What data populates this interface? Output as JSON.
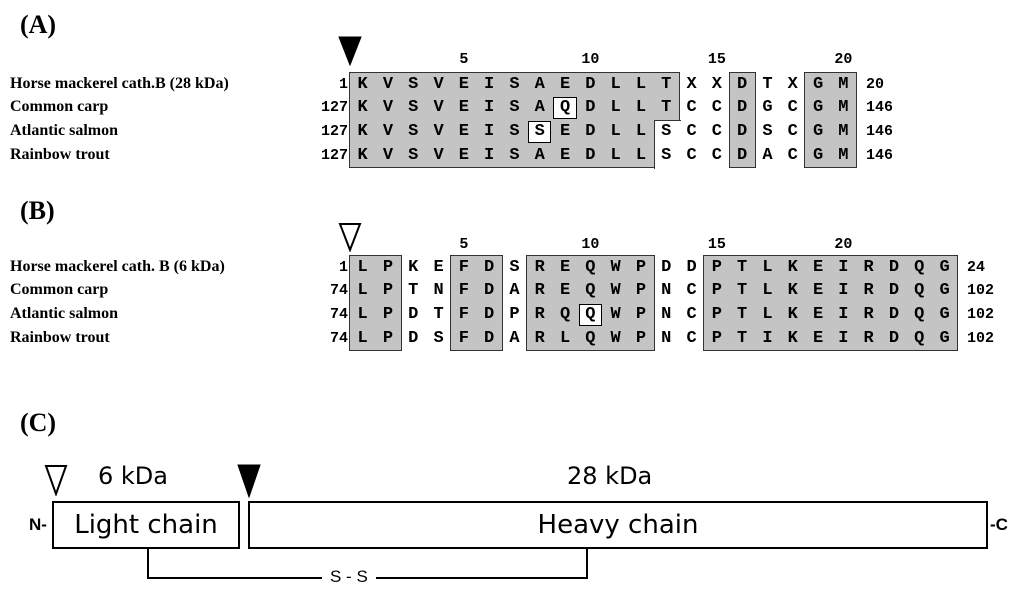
{
  "panels": {
    "a": {
      "label": "(A)",
      "ticks": [
        "5",
        "10",
        "15",
        "20"
      ],
      "rows": [
        {
          "name": "Horse mackerel cath.B (28 kDa)",
          "start": "1",
          "end": "20",
          "seq": [
            "K",
            "V",
            "S",
            "V",
            "E",
            "I",
            "S",
            "A",
            "E",
            "D",
            "L",
            "L",
            "T",
            "X",
            "X",
            "D",
            "T",
            "X",
            "G",
            "M"
          ]
        },
        {
          "name": "Common carp",
          "start": "127",
          "end": "146",
          "seq": [
            "K",
            "V",
            "S",
            "V",
            "E",
            "I",
            "S",
            "A",
            "Q",
            "D",
            "L",
            "L",
            "T",
            "C",
            "C",
            "D",
            "G",
            "C",
            "G",
            "M"
          ]
        },
        {
          "name": "Atlantic salmon",
          "start": "127",
          "end": "146",
          "seq": [
            "K",
            "V",
            "S",
            "V",
            "E",
            "I",
            "S",
            "S",
            "E",
            "D",
            "L",
            "L",
            "S",
            "C",
            "C",
            "D",
            "S",
            "C",
            "G",
            "M"
          ]
        },
        {
          "name": "Rainbow trout",
          "start": "127",
          "end": "146",
          "seq": [
            "K",
            "V",
            "S",
            "V",
            "E",
            "I",
            "S",
            "A",
            "E",
            "D",
            "L",
            "L",
            "S",
            "C",
            "C",
            "D",
            "A",
            "C",
            "G",
            "M"
          ]
        }
      ]
    },
    "b": {
      "label": "(B)",
      "ticks": [
        "5",
        "10",
        "15",
        "20"
      ],
      "rows": [
        {
          "name": "Horse mackerel cath. B (6 kDa)",
          "start": "1",
          "end": "24",
          "seq": [
            "L",
            "P",
            "K",
            "E",
            "F",
            "D",
            "S",
            "R",
            "E",
            "Q",
            "W",
            "P",
            "D",
            "D",
            "P",
            "T",
            "L",
            "K",
            "E",
            "I",
            "R",
            "D",
            "Q",
            "G"
          ]
        },
        {
          "name": "Common carp",
          "start": "74",
          "end": "102",
          "seq": [
            "L",
            "P",
            "T",
            "N",
            "F",
            "D",
            "A",
            "R",
            "E",
            "Q",
            "W",
            "P",
            "N",
            "C",
            "P",
            "T",
            "L",
            "K",
            "E",
            "I",
            "R",
            "D",
            "Q",
            "G"
          ]
        },
        {
          "name": "Atlantic salmon",
          "start": "74",
          "end": "102",
          "seq": [
            "L",
            "P",
            "D",
            "T",
            "F",
            "D",
            "P",
            "R",
            "Q",
            "Q",
            "W",
            "P",
            "N",
            "C",
            "P",
            "T",
            "L",
            "K",
            "E",
            "I",
            "R",
            "D",
            "Q",
            "G"
          ]
        },
        {
          "name": "Rainbow trout",
          "start": "74",
          "end": "102",
          "seq": [
            "L",
            "P",
            "D",
            "S",
            "F",
            "D",
            "A",
            "R",
            "L",
            "Q",
            "W",
            "P",
            "N",
            "C",
            "P",
            "T",
            "I",
            "K",
            "E",
            "I",
            "R",
            "D",
            "Q",
            "G"
          ]
        }
      ]
    },
    "c": {
      "label": "(C)",
      "light_kda": "6 kDa",
      "heavy_kda": "28 kDa",
      "n_term": "N-",
      "c_term": "-C",
      "light_label": "Light chain",
      "heavy_label": "Heavy chain",
      "disulfide": "S - S"
    }
  },
  "colors": {
    "shade": "#c4c4c4",
    "line": "#000000",
    "open_triangle": "#ffffff",
    "filled_triangle": "#000000"
  }
}
